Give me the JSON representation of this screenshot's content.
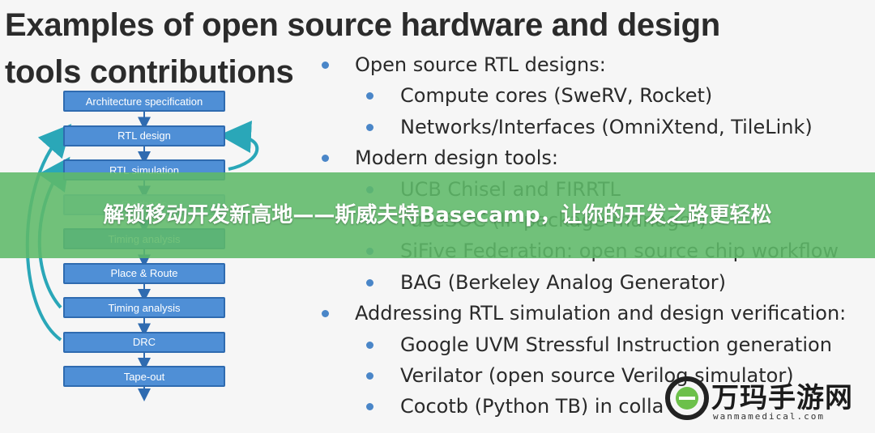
{
  "slide": {
    "title_line1": "Examples of open source hardware and design",
    "title_line2": "tools contributions"
  },
  "flow": {
    "steps": [
      {
        "label": "Architecture specification",
        "dim": false
      },
      {
        "label": "RTL design",
        "dim": false
      },
      {
        "label": "RTL simulation",
        "dim": false
      },
      {
        "label": "Synthesis",
        "dim": true
      },
      {
        "label": "Timing analysis",
        "dim": false
      },
      {
        "label": "Place & Route",
        "dim": false
      },
      {
        "label": "Timing analysis",
        "dim": false
      },
      {
        "label": "DRC",
        "dim": false
      },
      {
        "label": "Tape-out",
        "dim": false
      }
    ]
  },
  "bullets": [
    {
      "level": 1,
      "text": "Open source RTL designs:"
    },
    {
      "level": 2,
      "text": "Compute cores (SweRV, Rocket)"
    },
    {
      "level": 2,
      "text": "Networks/Interfaces (OmniXtend, TileLink)"
    },
    {
      "level": 1,
      "text": "Modern design tools:"
    },
    {
      "level": 2,
      "text": "UCB Chisel and FIRRTL"
    },
    {
      "level": 2,
      "text": "FuseSOC (IP package manager)"
    },
    {
      "level": 2,
      "text": "SiFive Federation: open source chip workflow"
    },
    {
      "level": 2,
      "text": "BAG (Berkeley Analog Generator)"
    },
    {
      "level": 1,
      "text": "Addressing RTL simulation and design verification:"
    },
    {
      "level": 2,
      "text": "Google UVM Stressful Instruction generation"
    },
    {
      "level": 2,
      "text": "Verilator (open source Verilog simulator)"
    },
    {
      "level": 2,
      "text": "Cocotb (Python TB) in colla"
    }
  ],
  "banner": {
    "text": "解锁移动开发新高地——斯威夫特Basecamp，让你的开发之路更轻松"
  },
  "watermark": {
    "name": "万玛手游网",
    "url": "wanmamedical.com"
  },
  "colors": {
    "box_fill": "#4f8fd6",
    "bullet_dot": "#4a86c8",
    "banner": "#5fb969"
  }
}
